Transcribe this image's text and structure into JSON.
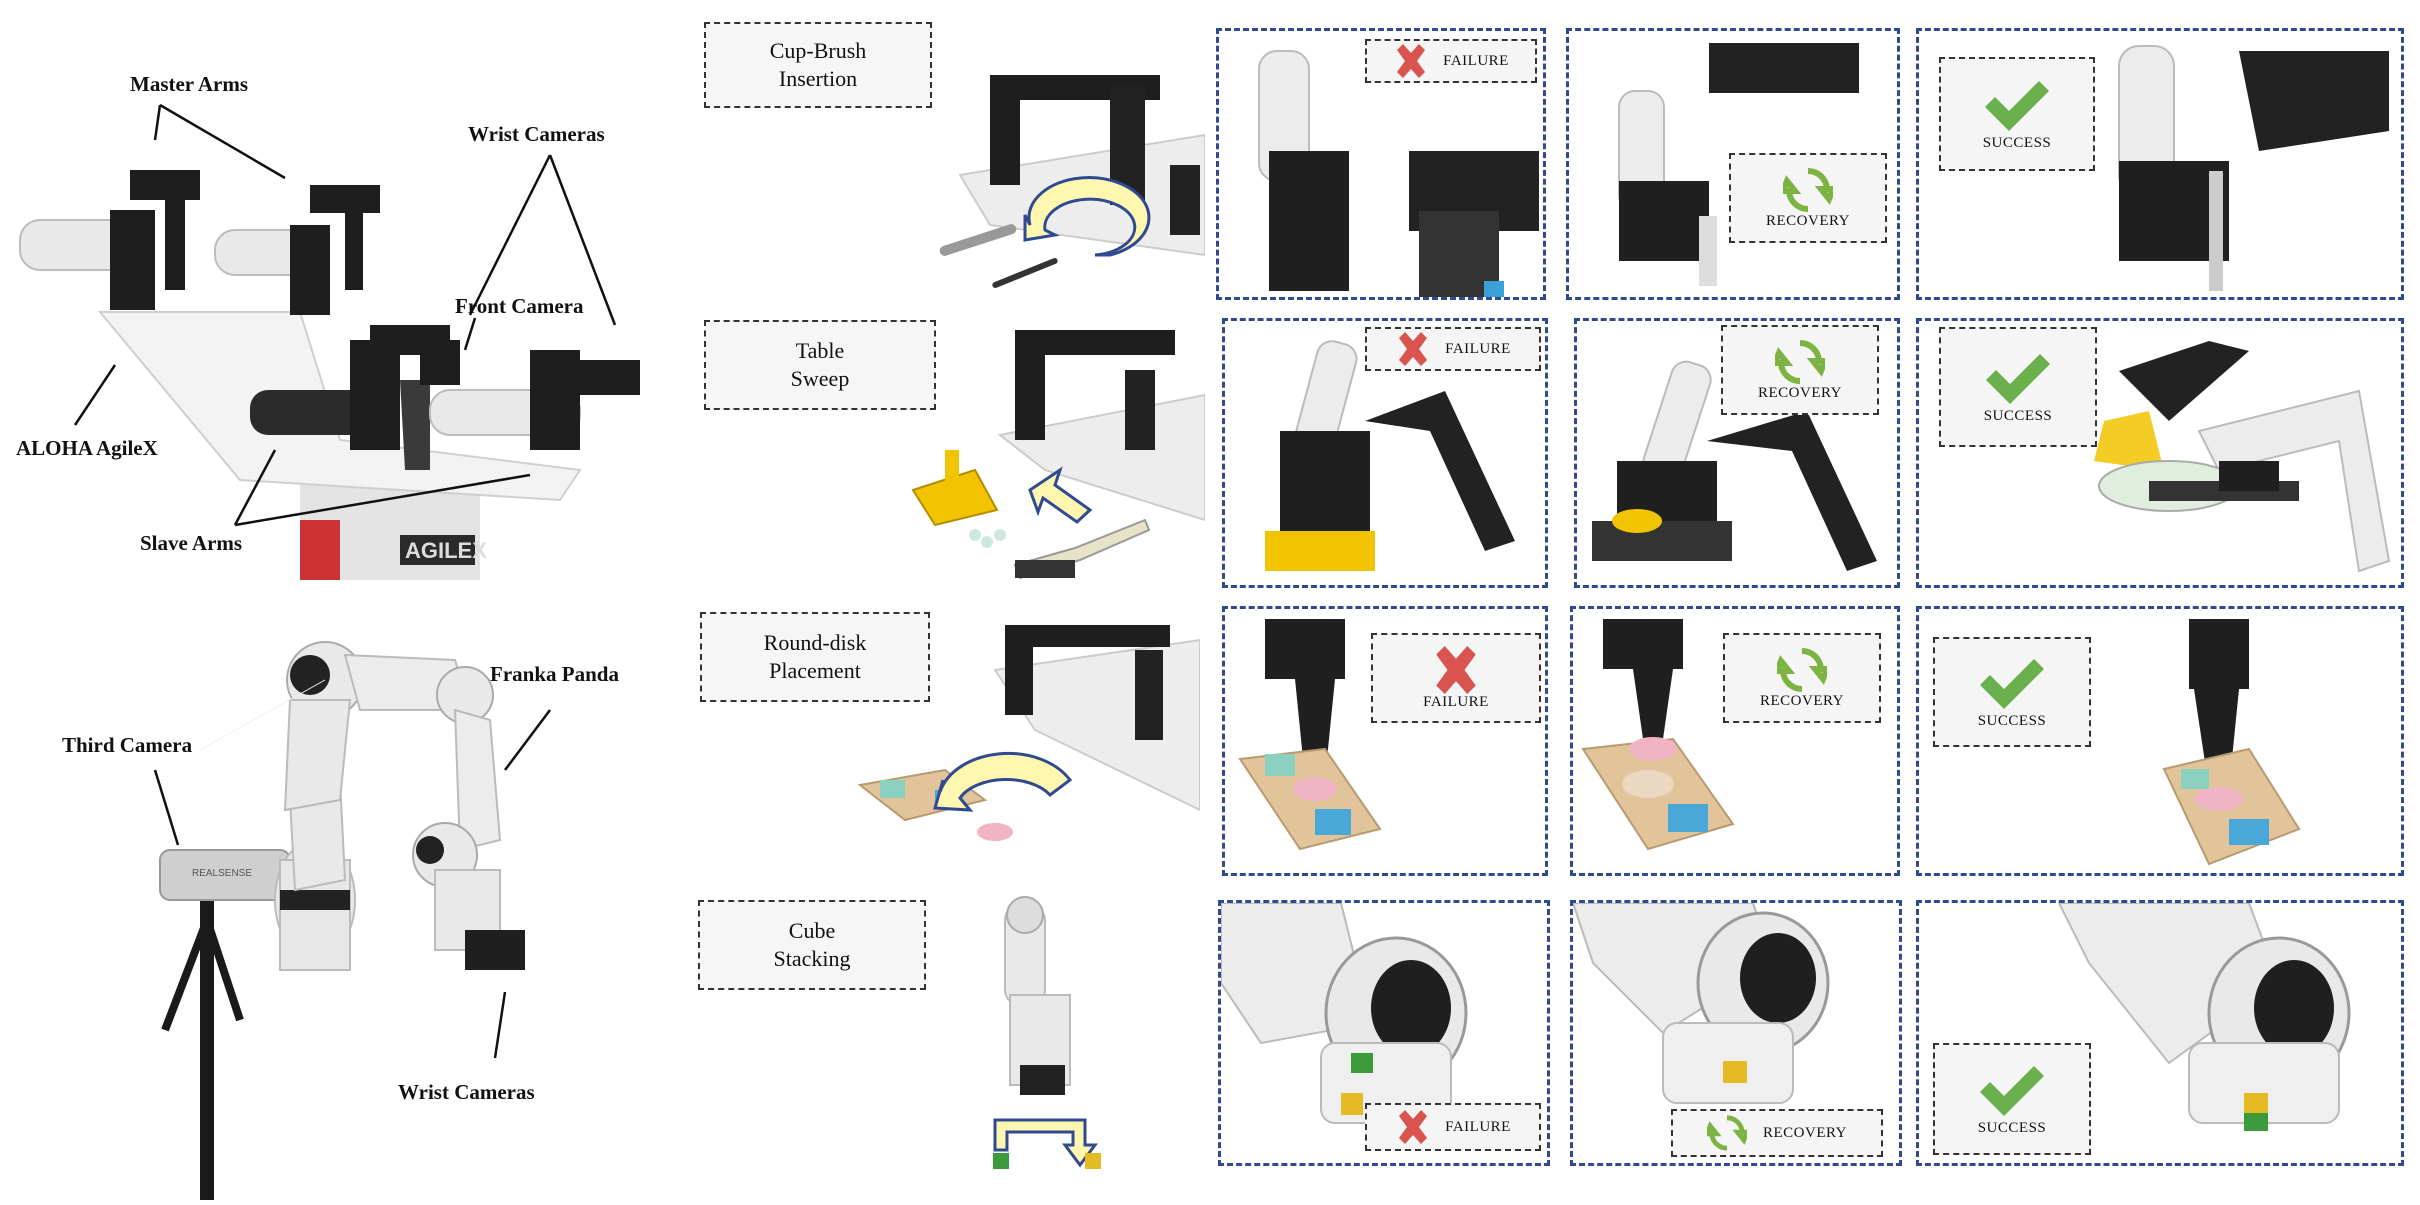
{
  "robot_labels": {
    "master_arms": "Master Arms",
    "wrist_cameras_top": "Wrist Cameras",
    "front_camera": "Front Camera",
    "aloha_agilex": "ALOHA AgileX",
    "slave_arms": "Slave Arms",
    "franka_panda": "Franka Panda",
    "third_camera": "Third Camera",
    "wrist_cameras_bottom": "Wrist Cameras",
    "base_logo": "AGILEX",
    "camera_brand": "REALSENSE"
  },
  "tasks": [
    {
      "line1": "Cup-Brush",
      "line2": "Insertion",
      "failure": "FAILURE",
      "recovery": "RECOVERY",
      "success": "SUCCESS"
    },
    {
      "line1": "Table",
      "line2": "Sweep",
      "failure": "FAILURE",
      "recovery": "RECOVERY",
      "success": "SUCCESS"
    },
    {
      "line1": "Round-disk",
      "line2": "Placement",
      "failure": "FAILURE",
      "recovery": "RECOVERY",
      "success": "SUCCESS"
    },
    {
      "line1": "Cube",
      "line2": "Stacking",
      "failure": "FAILURE",
      "recovery": "RECOVERY",
      "success": "SUCCESS"
    }
  ],
  "colors": {
    "panel_border": "#2f4a8f",
    "failure_red": "#d9534f",
    "recovery_green": "#7cb342",
    "success_green": "#6ab04c",
    "arrow_fill": "#fff7b0",
    "arrow_stroke": "#2f4a8f"
  },
  "icons": {
    "failure": "x-mark-icon",
    "recovery": "recycle-icon",
    "success": "checkmark-icon"
  }
}
